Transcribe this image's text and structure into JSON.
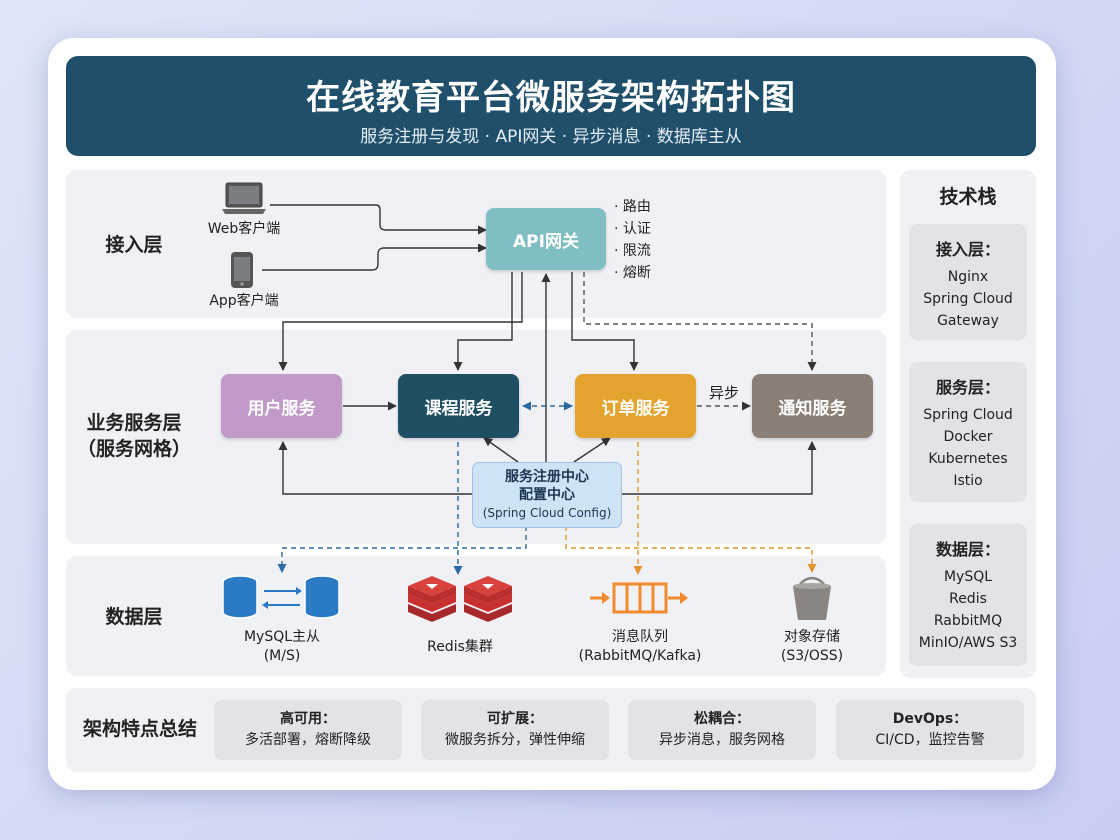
{
  "header": {
    "title": "在线教育平台微服务架构拓扑图",
    "subtitle": "服务注册与发现 · API网关 · 异步消息 · 数据库主从"
  },
  "layers": {
    "access": "接入层",
    "business_line1": "业务服务层",
    "business_line2": "（服务网格）",
    "data": "数据层"
  },
  "clients": {
    "web": "Web客户端",
    "app": "App客户端"
  },
  "gateway": {
    "label": "API网关",
    "rules": [
      "· 路由",
      "· 认证",
      "· 限流",
      "· 熔断"
    ]
  },
  "services": {
    "user": "用户服务",
    "course": "课程服务",
    "order": "订单服务",
    "notify": "通知服务",
    "async_label": "异步"
  },
  "registry": {
    "line1": "服务注册中心",
    "line2": "配置中心",
    "line3": "(Spring Cloud Config)"
  },
  "data_stores": {
    "mysql_line1": "MySQL主从",
    "mysql_line2": "(M/S)",
    "redis": "Redis集群",
    "mq_line1": "消息队列",
    "mq_line2": "(RabbitMQ/Kafka)",
    "oss_line1": "对象存储",
    "oss_line2": "(S3/OSS)"
  },
  "tech_stack": {
    "title": "技术栈",
    "groups": [
      {
        "heading": "接入层：",
        "items": [
          "Nginx",
          "Spring Cloud",
          "Gateway"
        ]
      },
      {
        "heading": "服务层：",
        "items": [
          "Spring Cloud",
          "Docker",
          "Kubernetes",
          "Istio"
        ]
      },
      {
        "heading": "数据层：",
        "items": [
          "MySQL",
          "Redis",
          "RabbitMQ",
          "MinIO/AWS S3"
        ]
      }
    ]
  },
  "summary": {
    "title": "架构特点总结",
    "features": [
      {
        "heading": "高可用：",
        "desc": "多活部署，熔断降级"
      },
      {
        "heading": "可扩展：",
        "desc": "微服务拆分，弹性伸缩"
      },
      {
        "heading": "松耦合：",
        "desc": "异步消息，服务网格"
      },
      {
        "heading": "DevOps：",
        "desc": "CI/CD，监控告警"
      }
    ]
  },
  "colors": {
    "banner": "#1f4f6b",
    "gateway": "#7fbfc3",
    "user": "#c19ac9",
    "course": "#1f4f63",
    "order": "#e3a32e",
    "notify": "#8b7f76",
    "registry": "#cfe3f7",
    "mysql": "#2b7bc4",
    "redis": "#d23a36",
    "mq": "#f08a2c",
    "oss": "#8a8580"
  }
}
